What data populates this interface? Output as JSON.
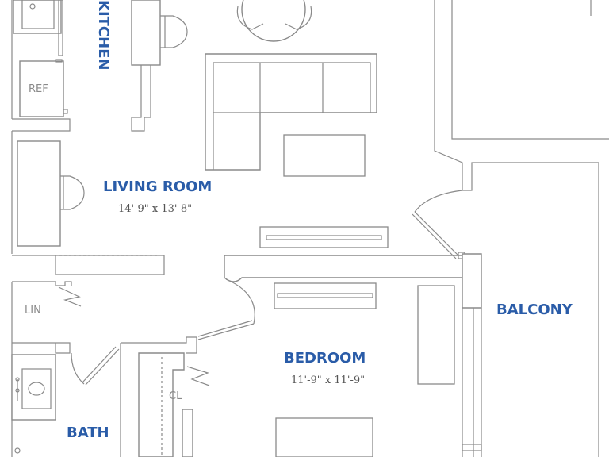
{
  "rooms": {
    "kitchen": "KITCHEN",
    "living_room": "LIVING ROOM",
    "living_room_dim": "14'-9\" x 13'-8\"",
    "bedroom": "BEDROOM",
    "bedroom_dim": "11'-9\" x 11'-9\"",
    "balcony": "BALCONY",
    "bath": "BATH"
  },
  "fixtures": {
    "ref": "REF",
    "lin": "LIN",
    "cl": "CL"
  },
  "colors": {
    "room_label": "#2a5ca8",
    "line": "#8a8a8a"
  }
}
